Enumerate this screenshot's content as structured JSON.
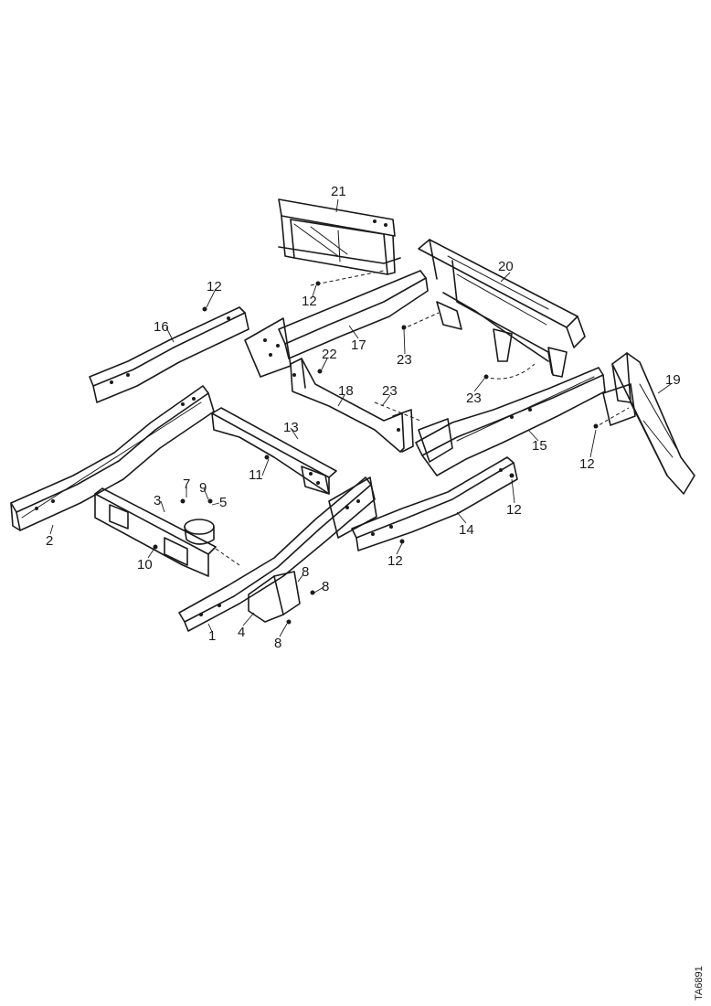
{
  "callouts": {
    "c1": "1",
    "c2": "2",
    "c3": "3",
    "c4": "4",
    "c5": "5",
    "c7": "7",
    "c8a": "8",
    "c8b": "8",
    "c8c": "8",
    "c9": "9",
    "c10": "10",
    "c11": "11",
    "c12a": "12",
    "c12b": "12",
    "c12c": "12",
    "c12d": "12",
    "c12e": "12",
    "c13": "13",
    "c14": "14",
    "c15": "15",
    "c16": "16",
    "c17": "17",
    "c18": "18",
    "c19": "19",
    "c20": "20",
    "c21": "21",
    "c22": "22",
    "c23a": "23",
    "c23b": "23",
    "c23c": "23"
  },
  "figure_ref": "TA6891"
}
